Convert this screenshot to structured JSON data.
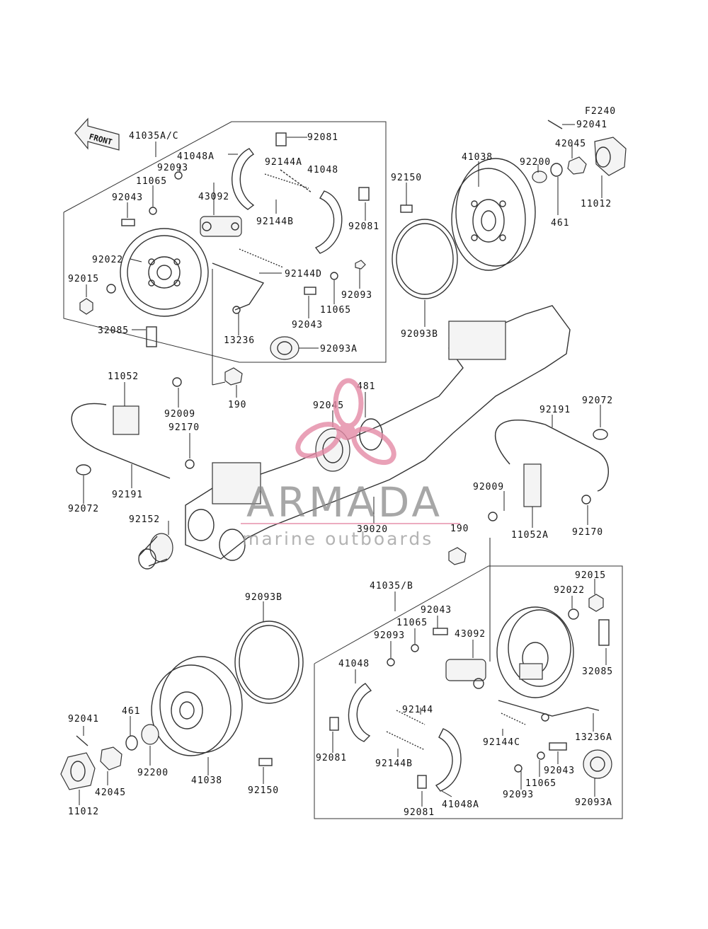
{
  "diagram": {
    "code": "F2240",
    "front_label": "FRONT",
    "labels": [
      {
        "id": "l-41035ac",
        "text": "41035A/C"
      },
      {
        "id": "l-41048a-t",
        "text": "41048A"
      },
      {
        "id": "l-92081-t1",
        "text": "92081"
      },
      {
        "id": "l-92144a",
        "text": "92144A"
      },
      {
        "id": "l-41048-t",
        "text": "41048"
      },
      {
        "id": "l-92093-t1",
        "text": "92093"
      },
      {
        "id": "l-11065-t1",
        "text": "11065"
      },
      {
        "id": "l-43092-t",
        "text": "43092"
      },
      {
        "id": "l-92043-t1",
        "text": "92043"
      },
      {
        "id": "l-92144b-t",
        "text": "92144B"
      },
      {
        "id": "l-92081-t2",
        "text": "92081"
      },
      {
        "id": "l-92022-t",
        "text": "92022"
      },
      {
        "id": "l-92015-t",
        "text": "92015"
      },
      {
        "id": "l-92144d",
        "text": "92144D"
      },
      {
        "id": "l-92093-t2",
        "text": "92093"
      },
      {
        "id": "l-11065-t2",
        "text": "11065"
      },
      {
        "id": "l-13236",
        "text": "13236"
      },
      {
        "id": "l-92043-t2",
        "text": "92043"
      },
      {
        "id": "l-32085-t",
        "text": "32085"
      },
      {
        "id": "l-92093a-t",
        "text": "92093A"
      },
      {
        "id": "l-92041-t",
        "text": "92041"
      },
      {
        "id": "l-42045-t",
        "text": "42045"
      },
      {
        "id": "l-41038-t",
        "text": "41038"
      },
      {
        "id": "l-92200-t",
        "text": "92200"
      },
      {
        "id": "l-92150-t",
        "text": "92150"
      },
      {
        "id": "l-11012-t",
        "text": "11012"
      },
      {
        "id": "l-461-t",
        "text": "461"
      },
      {
        "id": "l-92093b-t",
        "text": "92093B"
      },
      {
        "id": "l-11052",
        "text": "11052"
      },
      {
        "id": "l-92009-l",
        "text": "92009"
      },
      {
        "id": "l-190-l",
        "text": "190"
      },
      {
        "id": "l-92170-l",
        "text": "92170"
      },
      {
        "id": "l-92191-l",
        "text": "92191"
      },
      {
        "id": "l-92072-l",
        "text": "92072"
      },
      {
        "id": "l-481",
        "text": "481"
      },
      {
        "id": "l-92045",
        "text": "92045"
      },
      {
        "id": "l-92152",
        "text": "92152"
      },
      {
        "id": "l-39020",
        "text": "39020"
      },
      {
        "id": "l-92191-r",
        "text": "92191"
      },
      {
        "id": "l-92072-r",
        "text": "92072"
      },
      {
        "id": "l-92009-r",
        "text": "92009"
      },
      {
        "id": "l-11052a",
        "text": "11052A"
      },
      {
        "id": "l-92170-r",
        "text": "92170"
      },
      {
        "id": "l-190-r",
        "text": "190"
      },
      {
        "id": "l-41035b",
        "text": "41035/B"
      },
      {
        "id": "l-92015-b",
        "text": "92015"
      },
      {
        "id": "l-92022-b",
        "text": "92022"
      },
      {
        "id": "l-92093b-b",
        "text": "92093B"
      },
      {
        "id": "l-92043-b1",
        "text": "92043"
      },
      {
        "id": "l-11065-b1",
        "text": "11065"
      },
      {
        "id": "l-92093-b1",
        "text": "92093"
      },
      {
        "id": "l-43092-b",
        "text": "43092"
      },
      {
        "id": "l-41048-b",
        "text": "41048"
      },
      {
        "id": "l-32085-b",
        "text": "32085"
      },
      {
        "id": "l-92144",
        "text": "92144"
      },
      {
        "id": "l-92144c",
        "text": "92144C"
      },
      {
        "id": "l-13236a",
        "text": "13236A"
      },
      {
        "id": "l-92041-b",
        "text": "92041"
      },
      {
        "id": "l-461-b",
        "text": "461"
      },
      {
        "id": "l-92081-b1",
        "text": "92081"
      },
      {
        "id": "l-92144b-b",
        "text": "92144B"
      },
      {
        "id": "l-92043-b2",
        "text": "92043"
      },
      {
        "id": "l-42045-b",
        "text": "42045"
      },
      {
        "id": "l-92200-b",
        "text": "92200"
      },
      {
        "id": "l-41038-b",
        "text": "41038"
      },
      {
        "id": "l-92150-b",
        "text": "92150"
      },
      {
        "id": "l-11065-b2",
        "text": "11065"
      },
      {
        "id": "l-92093-b2",
        "text": "92093"
      },
      {
        "id": "l-92093a-b",
        "text": "92093A"
      },
      {
        "id": "l-11012-b",
        "text": "11012"
      },
      {
        "id": "l-92081-b2",
        "text": "92081"
      },
      {
        "id": "l-41048a-b",
        "text": "41048A"
      }
    ]
  },
  "watermark": {
    "brand": "ARMADA",
    "tagline": "marine outboards",
    "logo_color": "#e48aa6"
  }
}
